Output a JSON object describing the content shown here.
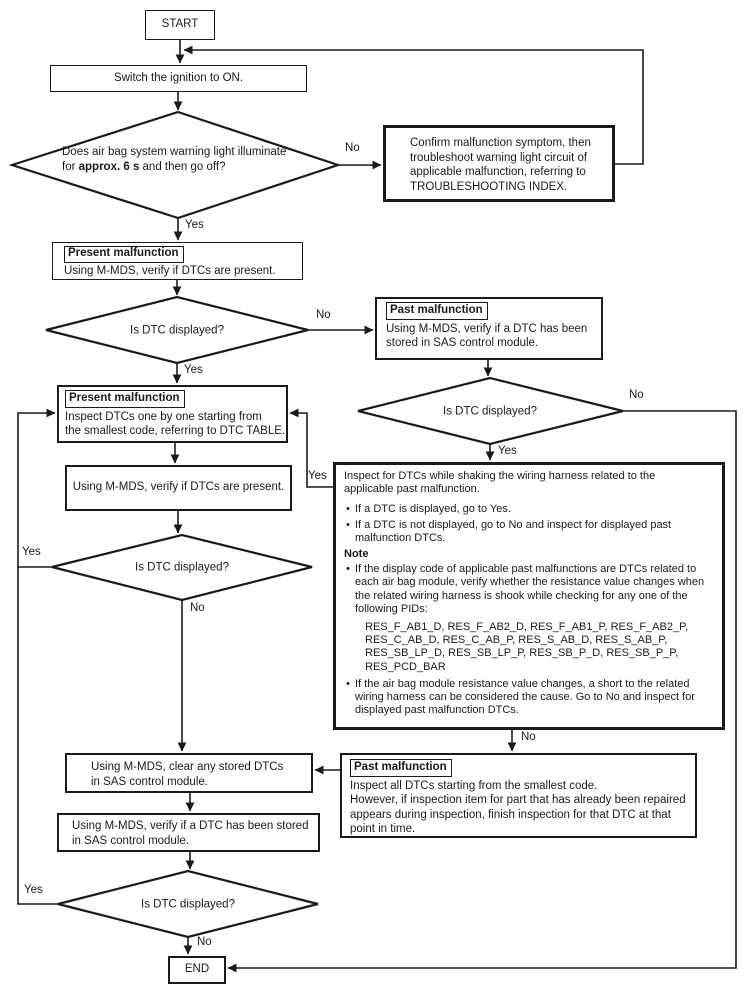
{
  "colors": {
    "line": "#1a1a1a",
    "background": "#ffffff"
  },
  "edge_labels": {
    "yes": "Yes",
    "no": "No"
  },
  "nodes": {
    "start": {
      "text": "START"
    },
    "switch_ignition": {
      "text": "Switch the ignition to ON."
    },
    "warning_light_decision": {
      "line1": "Does air bag system warning light illuminate",
      "line2_pre": "for ",
      "line2_bold": "approx. 6 s",
      "line2_post": " and then go off?"
    },
    "confirm_malfunction": {
      "lines": [
        "Confirm malfunction symptom, then",
        "troubleshoot warning light circuit of",
        "applicable malfunction, referring to",
        "TROUBLESHOOTING INDEX."
      ]
    },
    "present_malfunction_verify": {
      "label": "Present malfunction",
      "lines": [
        "Using M-MDS, verify if DTCs are present."
      ]
    },
    "dtc_displayed_1": {
      "text": "Is DTC displayed?"
    },
    "past_malfunction_verify": {
      "label": "Past malfunction",
      "lines": [
        "Using M-MDS, verify if a DTC has been",
        "stored in SAS control module."
      ]
    },
    "present_malfunction_inspect": {
      "label": "Present malfunction",
      "lines": [
        "Inspect DTCs one by one starting from",
        "the smallest code, referring to DTC TABLE."
      ]
    },
    "dtc_displayed_2": {
      "text": "Is DTC displayed?"
    },
    "shake_harness_note": {
      "intro_lines": [
        "Inspect for DTCs while shaking the wiring harness related to the",
        "applicable past malfunction."
      ],
      "bullets": [
        "If a DTC is displayed, go to Yes.",
        "If a DTC is not displayed, go to No and inspect for displayed past malfunction DTCs."
      ],
      "note_label": "Note",
      "note_bullet_1": "If the display code of applicable past malfunctions are DTCs related to each air bag module, verify whether the resistance value changes when the related wiring harness is shook while checking for any one of the following PIDs:",
      "pid_lines": [
        "RES_F_AB1_D, RES_F_AB2_D, RES_F_AB1_P, RES_F_AB2_P,",
        "RES_C_AB_D, RES_C_AB_P, RES_S_AB_D, RES_S_AB_P,",
        "RES_SB_LP_D, RES_SB_LP_P, RES_SB_P_D, RES_SB_P_P,",
        "RES_PCD_BAR"
      ],
      "note_bullet_2": "If the air bag module resistance value changes, a short to the related wiring harness can be considered the cause. Go to No and inspect for displayed past malfunction DTCs."
    },
    "verify_dtcs_present": {
      "text": "Using M-MDS, verify if DTCs are present."
    },
    "dtc_displayed_3": {
      "text": "Is DTC displayed?"
    },
    "clear_dtcs": {
      "lines": [
        "Using M-MDS, clear any stored DTCs",
        "in SAS control module."
      ]
    },
    "past_malfunction_inspect": {
      "label": "Past malfunction",
      "lines": [
        "Inspect all DTCs starting from the smallest code.",
        "However, if inspection item for part that has already been repaired",
        "appears during inspection, finish inspection for that DTC at that",
        "point in time."
      ]
    },
    "verify_dtc_stored": {
      "lines": [
        "Using M-MDS, verify if a DTC has been stored",
        "in SAS control module."
      ]
    },
    "dtc_displayed_4": {
      "text": "Is DTC displayed?"
    },
    "end": {
      "text": "END"
    }
  }
}
